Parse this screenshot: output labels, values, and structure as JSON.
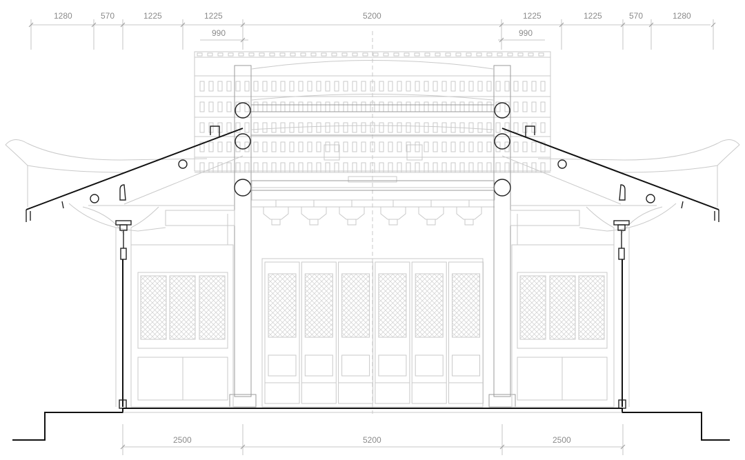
{
  "drawing": {
    "top_dimensions": [
      "1280",
      "570",
      "1225",
      "1225",
      "990",
      "5200",
      "1225",
      "990",
      "1225",
      "570",
      "1280"
    ],
    "bottom_dimensions": [
      "2500",
      "5200",
      "2500"
    ]
  }
}
